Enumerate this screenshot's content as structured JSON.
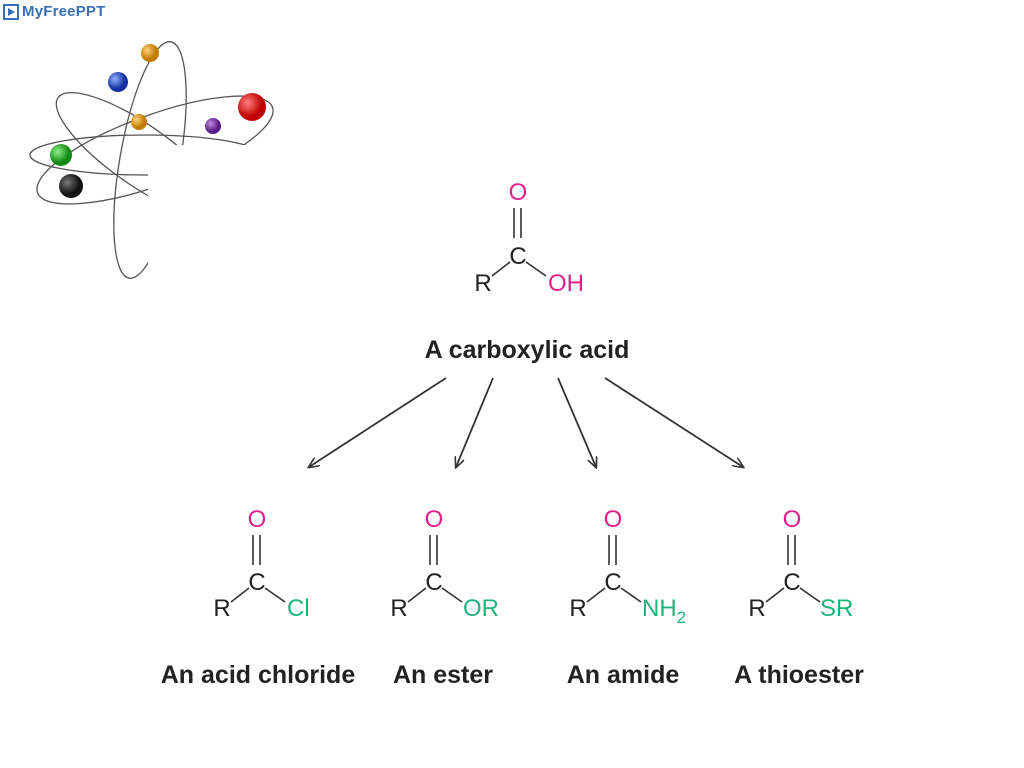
{
  "branding": {
    "logo_text": "MyFreePPT"
  },
  "colors": {
    "oxygen": "#e0218a",
    "substituent": "#1fb37a",
    "carbon": "#222222"
  },
  "diagram": {
    "parent": {
      "label": "A carboxylic acid",
      "atoms": {
        "top": "O",
        "center": "C",
        "left": "R",
        "right": "OH"
      }
    },
    "derivatives": [
      {
        "label": "An acid chloride",
        "atoms": {
          "top": "O",
          "center": "C",
          "left": "R",
          "right": "Cl"
        }
      },
      {
        "label": "An ester",
        "atoms": {
          "top": "O",
          "center": "C",
          "left": "R",
          "right": "OR"
        }
      },
      {
        "label": "An amide",
        "atoms": {
          "top": "O",
          "center": "C",
          "left": "R",
          "right": "NH",
          "right_sub": "2"
        }
      },
      {
        "label": "A thioester",
        "atoms": {
          "top": "O",
          "center": "C",
          "left": "R",
          "right": "SR"
        }
      }
    ]
  }
}
